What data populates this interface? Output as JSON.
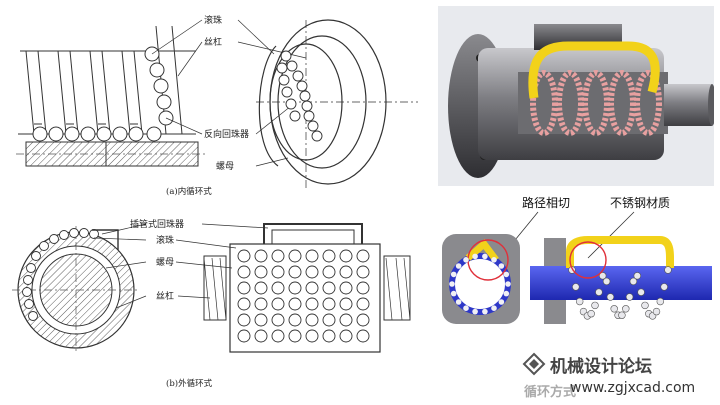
{
  "internal": {
    "labels": {
      "ball": "滚珠",
      "screw": "丝杠",
      "return": "反向回珠器",
      "nut": "螺母"
    },
    "caption": "(a)内循环式"
  },
  "external": {
    "labels": {
      "tube": "插管式回珠器",
      "ball": "滚珠",
      "nut": "螺母",
      "screw": "丝杠"
    },
    "caption": "(b)外循环式"
  },
  "detail": {
    "tangent_label": "路径相切",
    "material_label": "不锈钢材质"
  },
  "watermark": {
    "title": "机械设计论坛",
    "url": "www.zgjxcad.com",
    "partial": "循环方式"
  },
  "colors": {
    "yellow": "#f2d21a",
    "blue": "#3540d8",
    "red_circle": "#e0303a",
    "gray": "#7a7a7a"
  }
}
